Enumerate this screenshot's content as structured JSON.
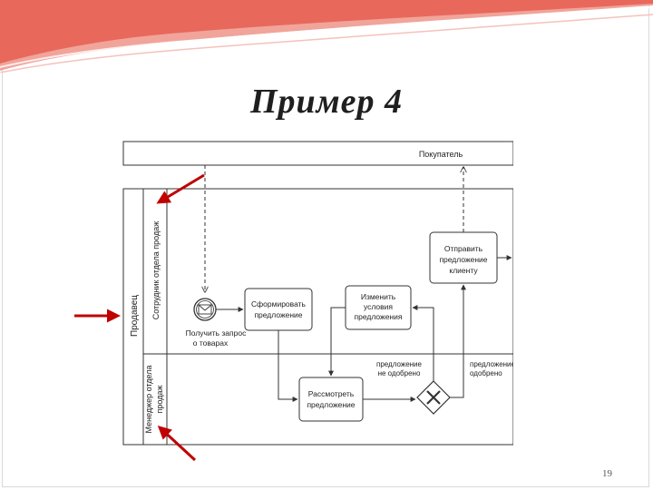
{
  "slide": {
    "title": "Пример 4",
    "page_number": "19"
  },
  "diagram": {
    "pool_buyer": "Покупатель",
    "pool_seller": "Продавец",
    "lane_employee": "Сотрудник отдела продаж",
    "lane_manager_line1": "Менеджер отдела",
    "lane_manager_line2": "продаж",
    "event_receive_line1": "Получить запрос",
    "event_receive_line2": "о товарах",
    "task_form_line1": "Сформировать",
    "task_form_line2": "предложение",
    "task_change_line1": "Изменить",
    "task_change_line2": "условия",
    "task_change_line3": "предложения",
    "task_send_line1": "Отправить",
    "task_send_line2": "предложение",
    "task_send_line3": "клиенту",
    "task_review_line1": "Рассмотреть",
    "task_review_line2": "предложение",
    "flow_rejected_line1": "предложение",
    "flow_rejected_line2": "не одобрено",
    "flow_approved_line1": "предложение",
    "flow_approved_line2": "одобрено"
  },
  "colors": {
    "accent": "#e8685c",
    "arrow": "#c00000",
    "line": "#333333"
  }
}
